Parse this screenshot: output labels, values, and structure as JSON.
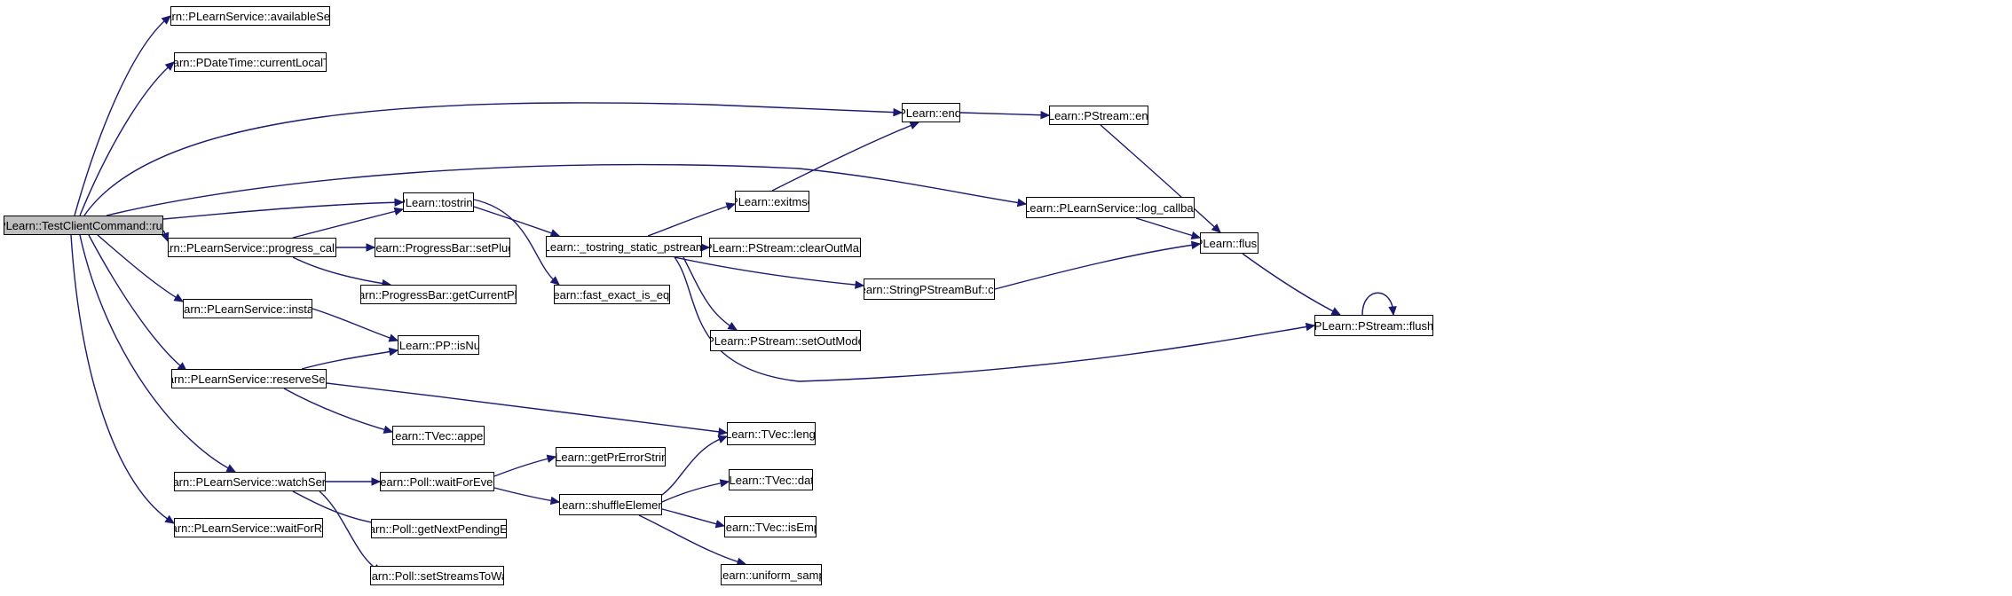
{
  "diagram": {
    "colors": {
      "edge": "#191970",
      "root_fill": "#bfbfbf",
      "node_fill": "#ffffff",
      "border": "#000000"
    },
    "nodes": {
      "run": "PLearn::TestClientCommand::run",
      "availableServers": "PLearn::PLearnService::availableServers",
      "currentLocalTime": "PLearn::PDateTime::currentLocalTime",
      "endl": "PLearn::endl",
      "pstream_endl": "PLearn::PStream::endl",
      "tostring": "PLearn::tostring",
      "exitmsg": "PLearn::exitmsg",
      "log_callback": "PLearn::PLearnService::log_callback",
      "flush": "PLearn::flush",
      "progress_callback": "PLearn::PLearnService::progress_callback",
      "setPlugin": "PLearn::ProgressBar::setPlugin",
      "tostring_static": "PLearn::_tostring_static_pstream_",
      "clearOutMap": "PLearn::PStream::clearOutMap",
      "getCurrentPlugin": "PLearn::ProgressBar::getCurrentPlugin",
      "fast_exact": "PLearn::fast_exact_is_equal",
      "spsb_clear": "PLearn::StringPStreamBuf::clear",
      "pstream_flush": "PLearn::PStream::flush",
      "instance": "PLearn::PLearnService::instance",
      "isNull": "PLearn::PP::isNull",
      "setOutMode": "PLearn::PStream::setOutMode",
      "reserveServers": "PLearn::PLearnService::reserveServers",
      "append": "PLearn::TVec::append",
      "length": "PLearn::TVec::length",
      "getPrErrorString": "PLearn::getPrErrorString",
      "watchServers": "PLearn::PLearnService::watchServers",
      "waitForEvents": "PLearn::Poll::waitForEvents",
      "data": "PLearn::TVec::data",
      "shuffleElements": "PLearn::shuffleElements",
      "waitForResult": "PLearn::PLearnService::waitForResult",
      "getNextPendingEvent": "PLearn::Poll::getNextPendingEvent",
      "isEmpty": "PLearn::TVec::isEmpty",
      "uniform_sample": "PLearn::uniform_sample",
      "setStreamsToWatch": "PLearn::Poll::setStreamsToWatch"
    }
  }
}
